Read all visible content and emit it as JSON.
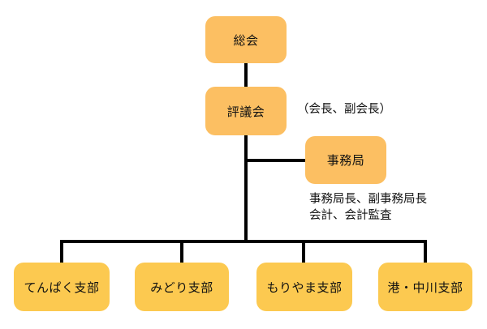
{
  "nodes": {
    "general_assembly": "総会",
    "council": "評議会",
    "secretariat": "事務局",
    "branches": [
      "てんぱく支部",
      "みどり支部",
      "もりやま支部",
      "港・中川支部"
    ]
  },
  "notes": {
    "council_roles": "（会長、副会長）",
    "secretariat_roles_line1": "事務局長、副事務局長",
    "secretariat_roles_line2": "会計、会計監査"
  },
  "colors": {
    "org_box": "#fcbf62",
    "branch_box": "#fcc950",
    "connector": "#000000"
  }
}
